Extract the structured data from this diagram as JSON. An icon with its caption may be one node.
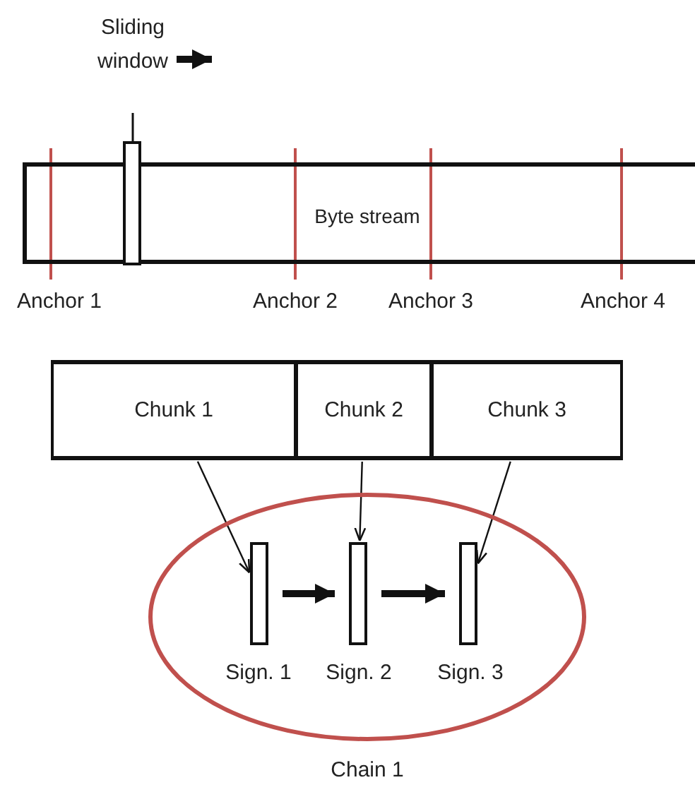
{
  "diagram": {
    "nodes": [
      {
        "text": [
          "Byte stream"
        ]
      },
      {
        "text": [
          "Sliding window"
        ]
      },
      {
        "text": [
          "Chunk 1"
        ]
      },
      {
        "text": [
          "Chunk 2"
        ]
      },
      {
        "text": [
          "Chunk 3"
        ]
      },
      {
        "text": [
          "Chain 1"
        ]
      },
      {
        "text": [
          "Sign. 1"
        ],
        "in": 5
      },
      {
        "text": [
          "Sign. 2"
        ],
        "in": 5
      },
      {
        "text": [
          "Sign. 3"
        ],
        "in": 5
      }
    ],
    "edges": [
      {
        "from": 2,
        "to": 6,
        "arrow": "to"
      },
      {
        "from": 3,
        "to": 7,
        "arrow": "to"
      },
      {
        "from": 4,
        "to": 8,
        "arrow": "to"
      },
      {
        "from": 6,
        "to": 7,
        "arrow": "to",
        "style": "thick"
      },
      {
        "from": 7,
        "to": 8,
        "arrow": "to",
        "style": "thick"
      }
    ],
    "labels": [
      "Anchor 1",
      "Anchor 2",
      "Anchor 3",
      "Anchor 4"
    ]
  }
}
